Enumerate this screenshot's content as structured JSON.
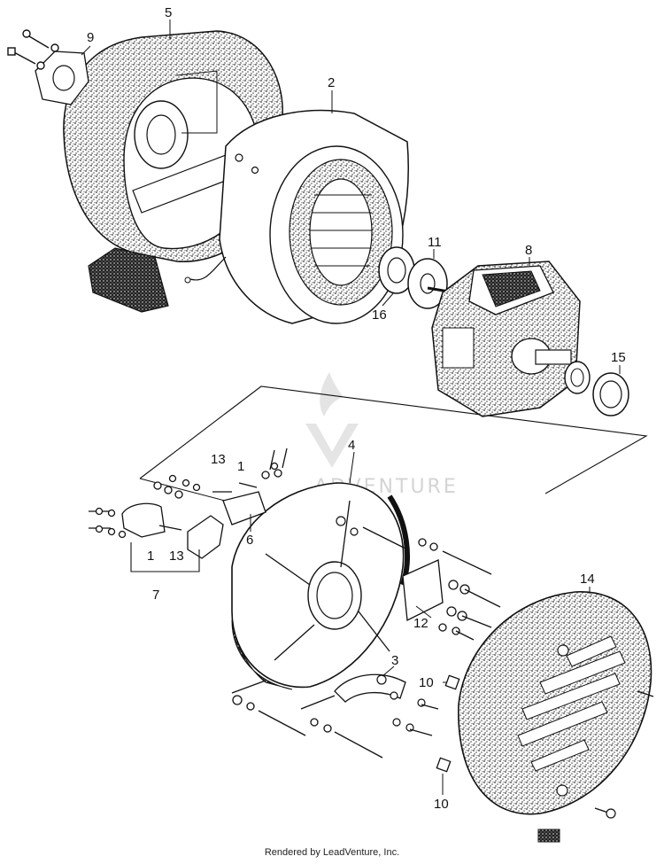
{
  "diagram": {
    "callouts": {
      "c1a": "1",
      "c1b": "1",
      "c2": "2",
      "c3": "3",
      "c4": "4",
      "c5": "5",
      "c6": "6",
      "c7": "7",
      "c8": "8",
      "c9": "9",
      "c10a": "10",
      "c10b": "10",
      "c11": "11",
      "c12": "12",
      "c13a": "13",
      "c13b": "13",
      "c14": "14",
      "c15": "15",
      "c16": "16"
    },
    "watermark": "ADVENTURE",
    "footer": "Rendered by LeadVenture, Inc."
  },
  "colors": {
    "ink": "#111111",
    "stipple": "#444444",
    "watermark": "#d4d4d4"
  }
}
